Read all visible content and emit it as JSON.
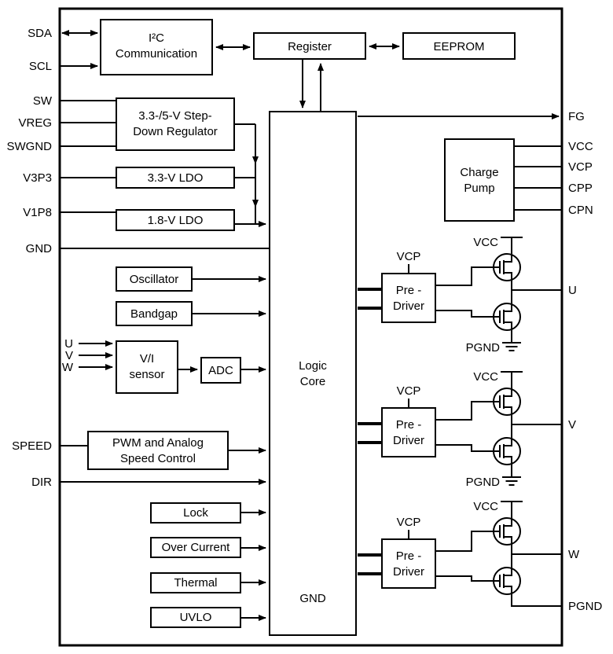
{
  "colors": {
    "line": "#000000",
    "background": "#ffffff",
    "block_fill": "#ffffff"
  },
  "pins": {
    "left": {
      "sda": "SDA",
      "scl": "SCL",
      "sw": "SW",
      "vreg": "VREG",
      "swgnd": "SWGND",
      "v3p3": "V3P3",
      "v1p8": "V1P8",
      "gnd": "GND",
      "speed": "SPEED",
      "dir": "DIR"
    },
    "sense": {
      "u": "U",
      "v": "V",
      "w": "W"
    },
    "right": {
      "fg": "FG",
      "vcc": "VCC",
      "vcp": "VCP",
      "cpp": "CPP",
      "cpn": "CPN",
      "u": "U",
      "v": "V",
      "w": "W",
      "pgnd": "PGND"
    }
  },
  "blocks": {
    "i2c": {
      "line1": "I²C",
      "line2": "Communication"
    },
    "register": {
      "label": "Register"
    },
    "eeprom": {
      "label": "EEPROM"
    },
    "step_down": {
      "line1": "3.3-/5-V Step-",
      "line2": "Down Regulator"
    },
    "ldo_3v3": {
      "label": "3.3-V LDO"
    },
    "ldo_1v8": {
      "label": "1.8-V LDO"
    },
    "oscillator": {
      "label": "Oscillator"
    },
    "bandgap": {
      "label": "Bandgap"
    },
    "vi_sensor": {
      "line1": "V/I",
      "line2": "sensor"
    },
    "adc": {
      "label": "ADC"
    },
    "speed_control": {
      "line1": "PWM and Analog",
      "line2": "Speed Control"
    },
    "lock": {
      "label": "Lock"
    },
    "over_current": {
      "label": "Over Current"
    },
    "thermal": {
      "label": "Thermal"
    },
    "uvlo": {
      "label": "UVLO"
    },
    "logic_core": {
      "line1": "Logic",
      "line2": "Core",
      "gnd_label": "GND"
    },
    "charge_pump": {
      "line1": "Charge",
      "line2": "Pump"
    },
    "pre_driver": {
      "line1": "Pre -",
      "line2": "Driver"
    }
  },
  "rails": {
    "vcc": "VCC",
    "vcp": "VCP",
    "pgnd": "PGND"
  }
}
